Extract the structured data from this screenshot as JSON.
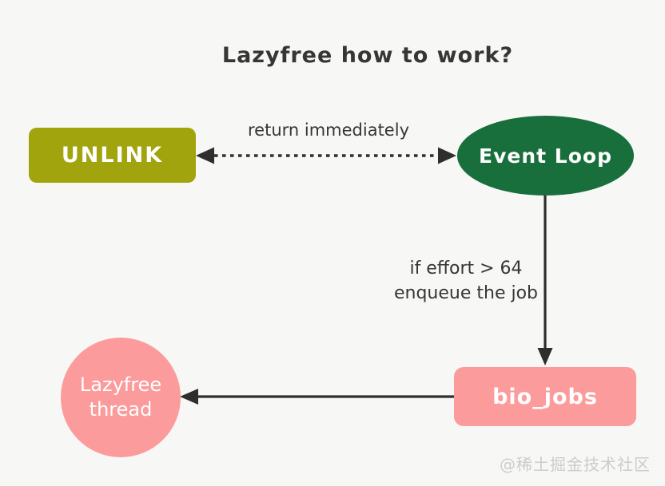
{
  "title": "Lazyfree how to work?",
  "colors": {
    "background": "#f7f7f5",
    "unlink-box": "#a2a40e",
    "event-loop": "#186f3c",
    "pink": "#fc9b9b",
    "text": "#363636",
    "node-text": "#ffffff",
    "arrow": "#2e2e2e",
    "watermark": "#cdccca"
  },
  "nodes": {
    "unlink": {
      "label": "UNLINK",
      "shape": "rounded-rect",
      "color": "#a2a40e"
    },
    "event_loop": {
      "label": "Event Loop",
      "shape": "ellipse",
      "color": "#186f3c"
    },
    "bio_jobs": {
      "label": "bio_jobs",
      "shape": "rounded-rect",
      "color": "#fc9b9b"
    },
    "lazyfree_thread": {
      "line1": "Lazyfree",
      "line2": "thread",
      "shape": "circle",
      "color": "#fc9b9b"
    }
  },
  "edges": {
    "unlink_eventloop": {
      "label": "return immediately",
      "style": "dashed",
      "arrows": "both"
    },
    "eventloop_biojobs": {
      "label_line1": "if effort > 64",
      "label_line2": "enqueue the job",
      "style": "solid",
      "arrows": "end"
    },
    "biojobs_lazyfree": {
      "label": "",
      "style": "solid",
      "arrows": "end"
    }
  },
  "watermark": "@稀土掘金技术社区"
}
